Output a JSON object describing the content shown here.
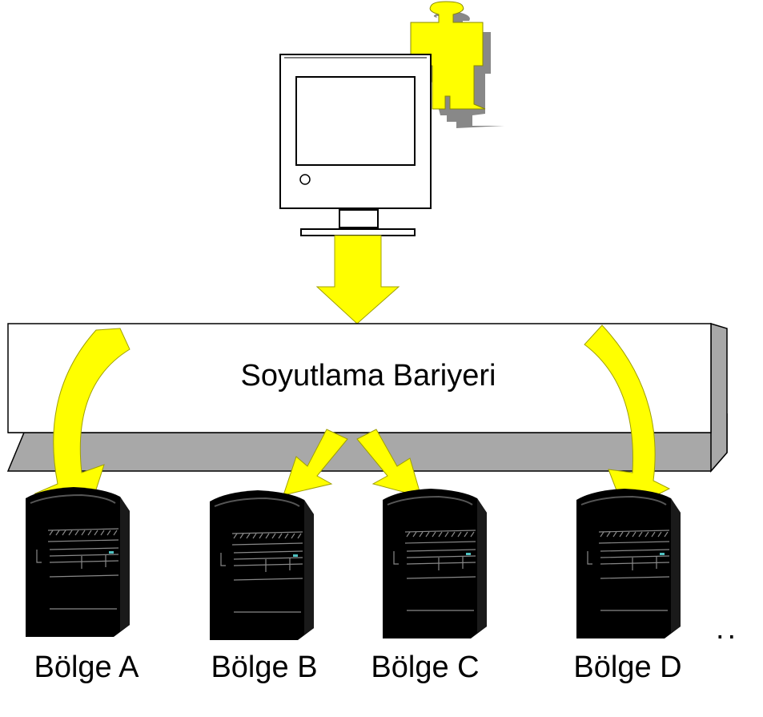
{
  "barrier": {
    "label": "Soyutlama Bariyeri"
  },
  "regions": [
    {
      "label": "Bölge A"
    },
    {
      "label": "Bölge B"
    },
    {
      "label": "Bölge C"
    },
    {
      "label": "Bölge D"
    }
  ],
  "ellipsis": "..",
  "colors": {
    "arrow_fill": "#ffff00",
    "arrow_stroke": "#a0a000",
    "barrier_fill": "#ffffff",
    "barrier_shadow": "#a8a8a8",
    "server_fill": "#000000",
    "person_fill": "#ffff00"
  },
  "icons": {
    "user": "person-icon",
    "terminal": "monitor-icon",
    "server": "server-icon"
  }
}
